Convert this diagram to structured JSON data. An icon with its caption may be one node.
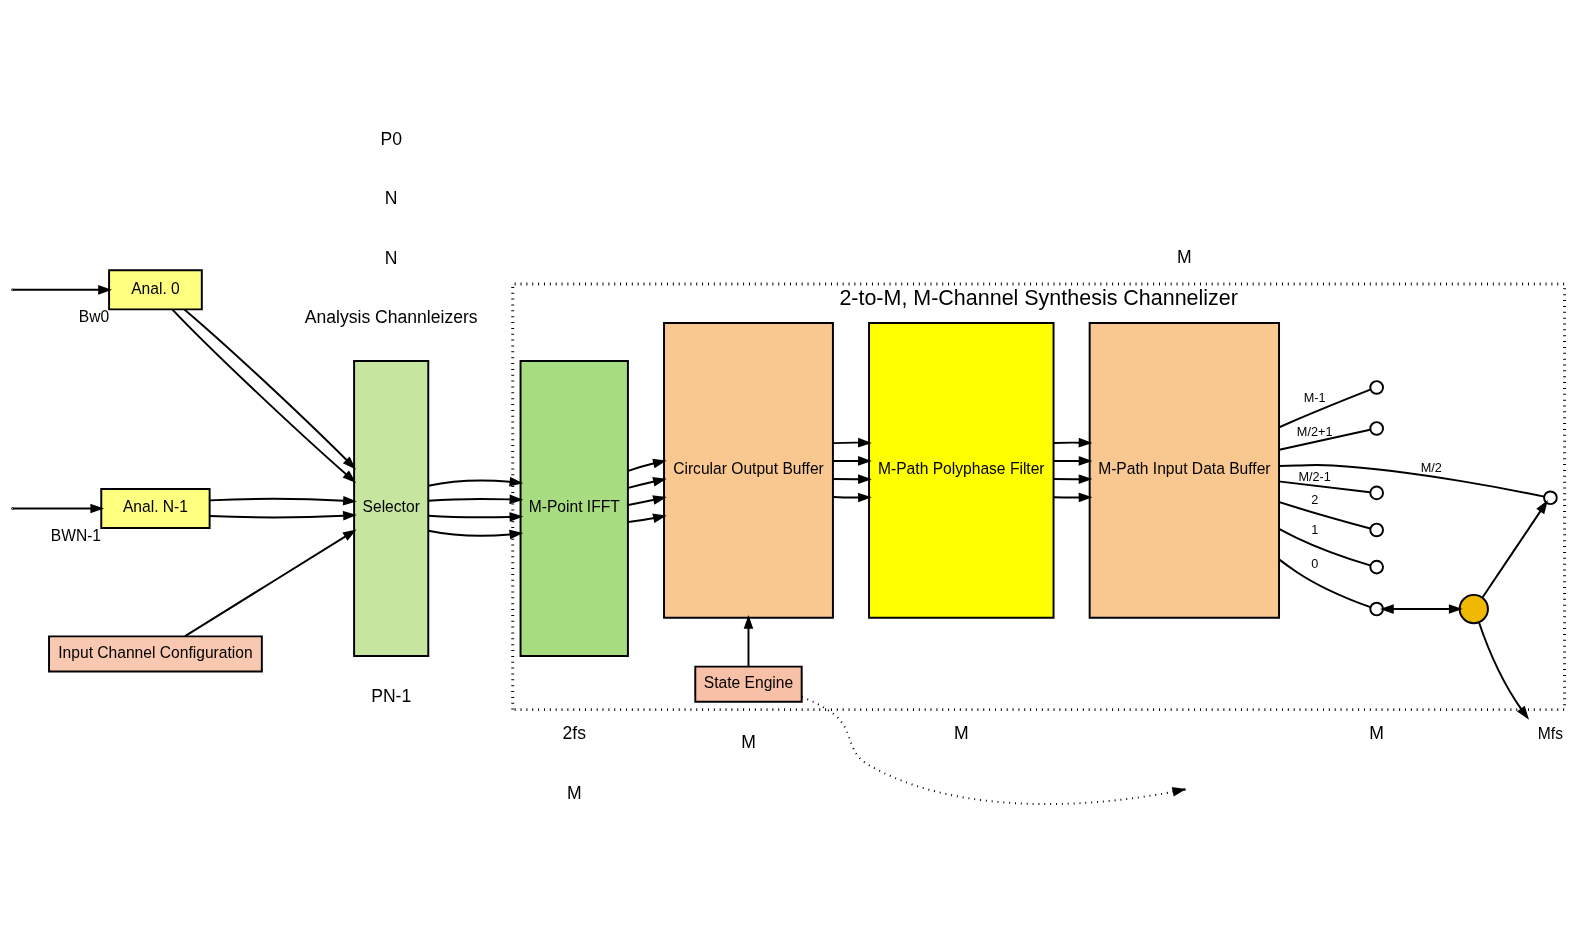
{
  "diagram": {
    "nodes": [
      {
        "text": [
          "2-to-M, M-Channel Synthesis Channelizer"
        ]
      },
      {
        "text": [
          "Anal. 0"
        ],
        "beside": [
          "Bw0"
        ]
      },
      {
        "text": [
          "Anal. N-1"
        ],
        "beside": [
          "BWN-1"
        ]
      },
      {
        "text": [
          "Selector"
        ]
      },
      {
        "text": [
          "M-Point IFFT"
        ],
        "in": 0
      },
      {
        "text": [
          "Circular Output Buffer"
        ],
        "in": 0
      },
      {
        "text": [
          "M-Path Polyphase Filter"
        ],
        "in": 0
      },
      {
        "text": [
          "M-Path Input Data Buffer"
        ],
        "in": 0
      },
      {
        "text": [
          "State Engine"
        ],
        "in": 0
      },
      {
        "text": [],
        "shape": "circle",
        "in": 0
      },
      {
        "text": [
          "Input Channel Configuration"
        ]
      },
      {
        "text": [],
        "shape": "circle",
        "in": 0
      },
      {
        "text": [],
        "shape": "circle",
        "in": 0
      },
      {
        "text": [],
        "shape": "circle",
        "in": 0
      },
      {
        "text": [],
        "shape": "circle",
        "in": 0
      },
      {
        "text": [],
        "shape": "circle",
        "in": 0
      },
      {
        "text": [],
        "shape": "circle",
        "in": 0
      },
      {
        "text": [],
        "shape": "circle",
        "in": 0
      },
      {
        "text": [
          "Mfs"
        ]
      }
    ],
    "edges": [
      {
        "from": null,
        "to": 1,
        "arrow": "to"
      },
      {
        "from": null,
        "to": 2,
        "arrow": "to"
      },
      {
        "from": 1,
        "to": 3,
        "arrow": "to"
      },
      {
        "from": 1,
        "to": 3,
        "arrow": "to"
      },
      {
        "from": 2,
        "to": 3,
        "arrow": "to"
      },
      {
        "from": 2,
        "to": 3,
        "arrow": "to"
      },
      {
        "from": 3,
        "to": 4,
        "arrow": "to"
      },
      {
        "from": 3,
        "to": 4,
        "arrow": "to"
      },
      {
        "from": 3,
        "to": 4,
        "arrow": "to"
      },
      {
        "from": 3,
        "to": 4,
        "arrow": "to"
      },
      {
        "from": 4,
        "to": 5,
        "arrow": "to"
      },
      {
        "from": 4,
        "to": 5,
        "arrow": "to"
      },
      {
        "from": 4,
        "to": 5,
        "arrow": "to"
      },
      {
        "from": 4,
        "to": 5,
        "arrow": "to"
      },
      {
        "from": 5,
        "to": 6,
        "arrow": "to"
      },
      {
        "from": 5,
        "to": 6,
        "arrow": "to"
      },
      {
        "from": 5,
        "to": 6,
        "arrow": "to"
      },
      {
        "from": 5,
        "to": 6,
        "arrow": "to"
      },
      {
        "from": 6,
        "to": 7,
        "arrow": "to"
      },
      {
        "from": 6,
        "to": 7,
        "arrow": "to"
      },
      {
        "from": 6,
        "to": 7,
        "arrow": "to"
      },
      {
        "from": 6,
        "to": 7,
        "arrow": "to"
      },
      {
        "from": 7,
        "to": 11,
        "arrow": "none",
        "label": "0"
      },
      {
        "from": 7,
        "to": 12,
        "arrow": "none",
        "label": "1"
      },
      {
        "from": 7,
        "to": 13,
        "arrow": "none",
        "label": "2"
      },
      {
        "from": 7,
        "to": 14,
        "arrow": "none",
        "label": "M/2-1"
      },
      {
        "from": 7,
        "to": 15,
        "arrow": "none",
        "label": "M/2"
      },
      {
        "from": 7,
        "to": 16,
        "arrow": "none",
        "label": "M/2+1"
      },
      {
        "from": 7,
        "to": 17,
        "arrow": "none",
        "label": "M-1"
      },
      {
        "from": 11,
        "to": 9,
        "arrow": "both"
      },
      {
        "from": 9,
        "to": 15,
        "arrow": "to"
      },
      {
        "from": 9,
        "to": 18,
        "arrow": "to"
      },
      {
        "from": 8,
        "to": 5,
        "arrow": "to"
      },
      {
        "from": 10,
        "to": 3,
        "arrow": "to"
      },
      {
        "from": 8,
        "to": null,
        "arrow": "to",
        "style": "dashed"
      }
    ],
    "labels": [
      "Analysis Channleizers",
      "2fs",
      "P0",
      "N",
      "N",
      "PN-1",
      "M",
      "M",
      "M",
      "M",
      "M"
    ]
  }
}
